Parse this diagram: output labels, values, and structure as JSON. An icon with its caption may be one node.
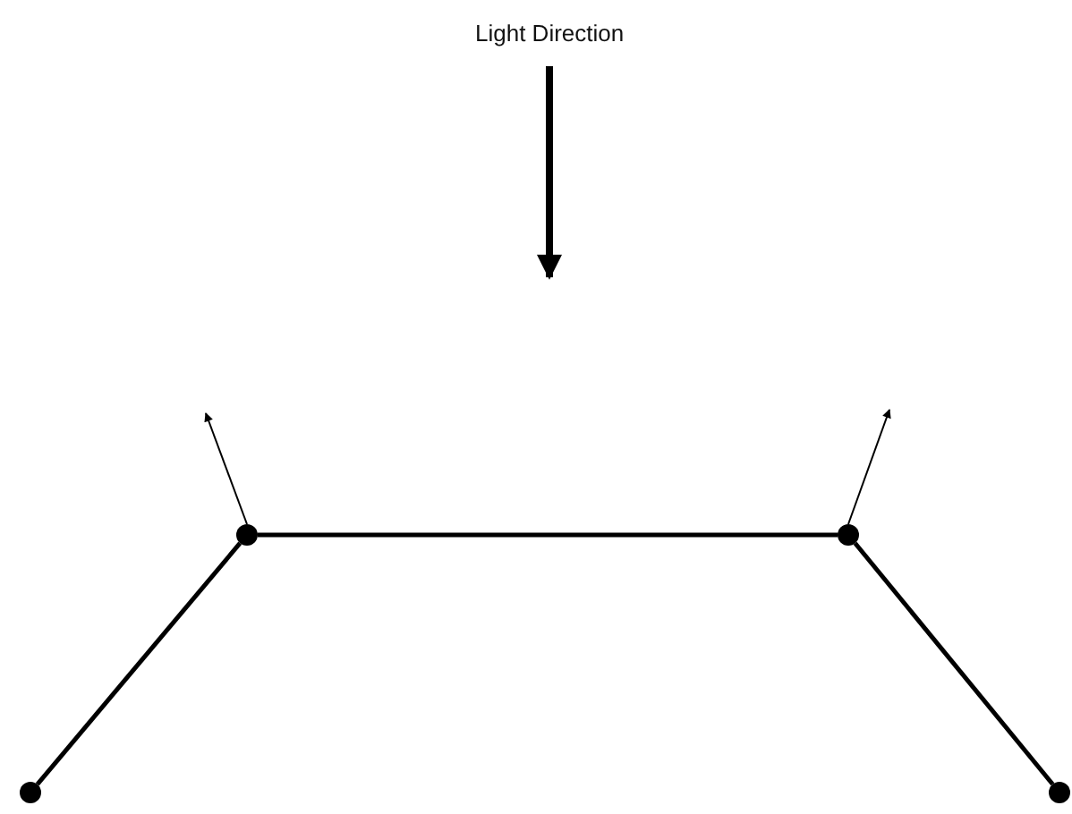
{
  "diagram": {
    "nodes": [
      {
        "text": [],
        "shape": "circle"
      },
      {
        "text": [],
        "shape": "circle"
      },
      {
        "text": [],
        "shape": "circle"
      },
      {
        "text": [],
        "shape": "circle"
      }
    ],
    "edges": [
      {
        "from": 0,
        "to": 1,
        "arrow": "none"
      },
      {
        "from": 1,
        "to": 2,
        "arrow": "none"
      },
      {
        "from": 2,
        "to": 3,
        "arrow": "none"
      }
    ],
    "labels": [
      "Light Direction"
    ]
  }
}
